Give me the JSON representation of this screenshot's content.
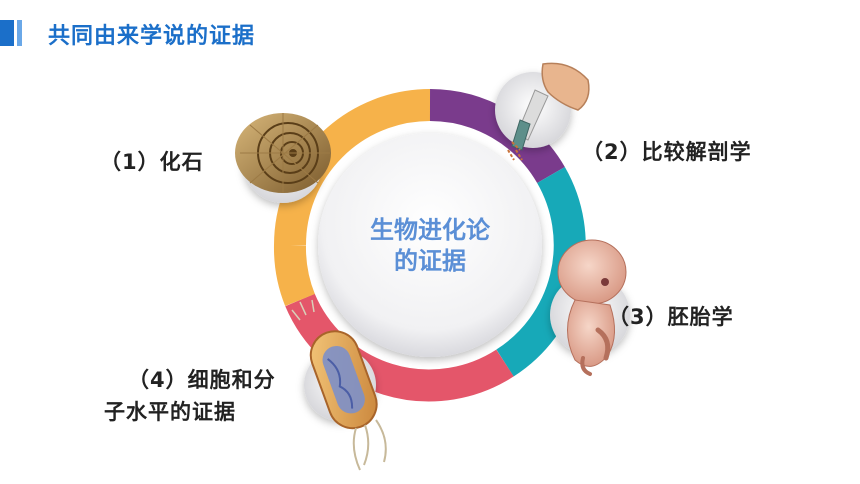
{
  "header": {
    "title": "共同由来学说的证据"
  },
  "center": {
    "line1": "生物进化论",
    "line2": "的证据"
  },
  "evidence": [
    {
      "label": "（1）化石",
      "icon": "ammonite-fossil-icon"
    },
    {
      "label": "（2）比较解剖学",
      "icon": "bone-anatomy-icon"
    },
    {
      "label": "（3）胚胎学",
      "icon": "embryo-icon"
    },
    {
      "label_line1": "（4）细胞和分",
      "label_line2": "子水平的证据",
      "icon": "bacterium-cell-icon"
    }
  ],
  "colors": {
    "title_blue": "#1b6fc9",
    "ring_orange": "#f6b24a",
    "ring_purple": "#7a3b8c",
    "ring_teal": "#17a9b8",
    "ring_red": "#e4566a",
    "center_text": "#5b8fd6"
  }
}
